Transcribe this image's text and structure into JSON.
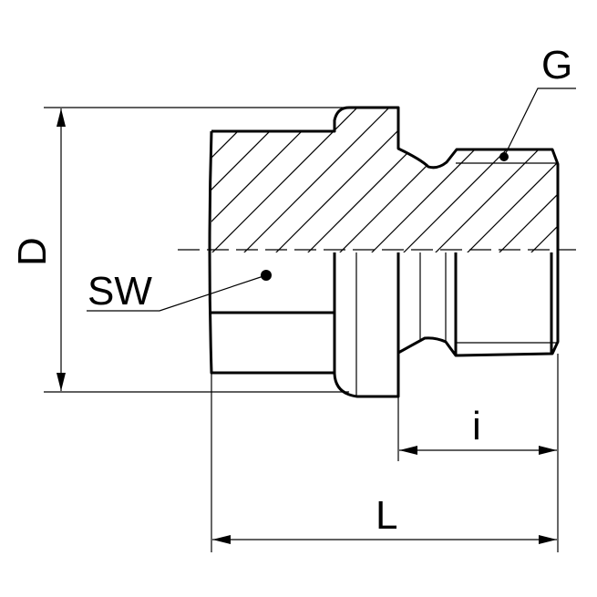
{
  "labels": {
    "thread": "G",
    "wrench_size": "SW",
    "diameter": "D",
    "thread_length": "i",
    "length": "L"
  }
}
